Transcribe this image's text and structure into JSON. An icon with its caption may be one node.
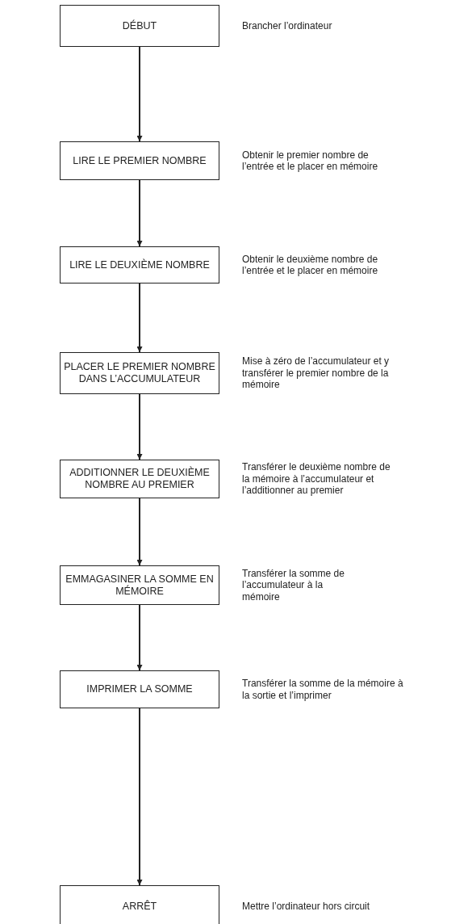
{
  "diagram": {
    "nodes": [
      {
        "text": [
          "DÉBUT"
        ],
        "beside": [
          "Brancher l’ordinateur"
        ]
      },
      {
        "text": [
          "LIRE LE PREMIER NOMBRE"
        ],
        "beside": [
          "Obtenir le premier nombre de l’entrée et le placer en mémoire"
        ]
      },
      {
        "text": [
          "LIRE LE DEUXIÈME NOMBRE"
        ],
        "beside": [
          "Obtenir le deuxième nombre de l’entrée et le placer en mémoire"
        ]
      },
      {
        "text": [
          "PLACER LE PREMIER NOMBRE DANS L’ACCUMULATEUR"
        ],
        "beside": [
          "Mise à zéro de l’accumulateur et y transférer le premier nombre de la mémoire"
        ]
      },
      {
        "text": [
          "ADDITIONNER LE DEUXIÈME NOMBRE AU PREMIER"
        ],
        "beside": [
          "Transférer le deuxième nombre de la mémoire à l’accumulateur et l’additionner au premier"
        ]
      },
      {
        "text": [
          "EMMAGASINER LA SOMME EN MÉMOIRE"
        ],
        "beside": [
          "Transférer la somme de l’accumulateur à la mémoire"
        ]
      },
      {
        "text": [
          "IMPRIMER LA SOMME"
        ],
        "beside": [
          "Transférer la somme de la mémoire à la sortie et l’imprimer"
        ]
      },
      {
        "text": [
          "ARRÊT"
        ],
        "beside": [
          "Mettre l’ordinateur hors circuit"
        ]
      }
    ],
    "edges": [
      {
        "from": 0,
        "to": 1,
        "arrow": "to"
      },
      {
        "from": 1,
        "to": 2,
        "arrow": "to"
      },
      {
        "from": 2,
        "to": 3,
        "arrow": "to"
      },
      {
        "from": 3,
        "to": 4,
        "arrow": "to"
      },
      {
        "from": 4,
        "to": 5,
        "arrow": "to"
      },
      {
        "from": 5,
        "to": 6,
        "arrow": "to"
      },
      {
        "from": 6,
        "to": 7,
        "arrow": "to"
      }
    ]
  }
}
